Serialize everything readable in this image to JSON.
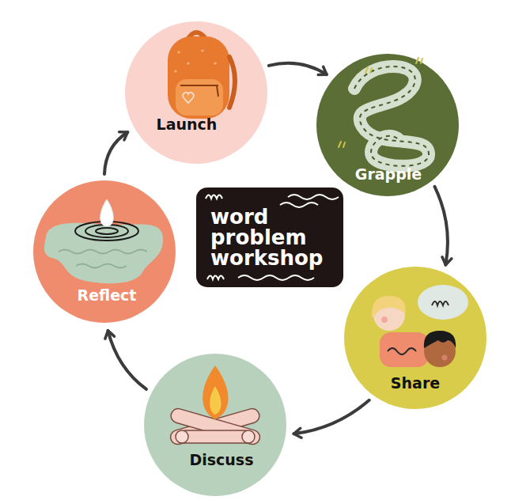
{
  "diagram": {
    "nodes": [
      {
        "text": [
          "Launch"
        ]
      },
      {
        "text": [
          "Grapple"
        ]
      },
      {
        "text": [
          "Share"
        ]
      },
      {
        "text": [
          "Discuss"
        ]
      },
      {
        "text": [
          "Reflect"
        ]
      },
      {
        "text": [
          "word problem workshop"
        ]
      }
    ],
    "edges": [
      {
        "from": 0,
        "to": 1,
        "arrow": "to"
      },
      {
        "from": 1,
        "to": 2,
        "arrow": "to"
      },
      {
        "from": 2,
        "to": 3,
        "arrow": "to"
      },
      {
        "from": 3,
        "to": 4,
        "arrow": "to"
      },
      {
        "from": 4,
        "to": 0,
        "arrow": "to"
      }
    ]
  }
}
